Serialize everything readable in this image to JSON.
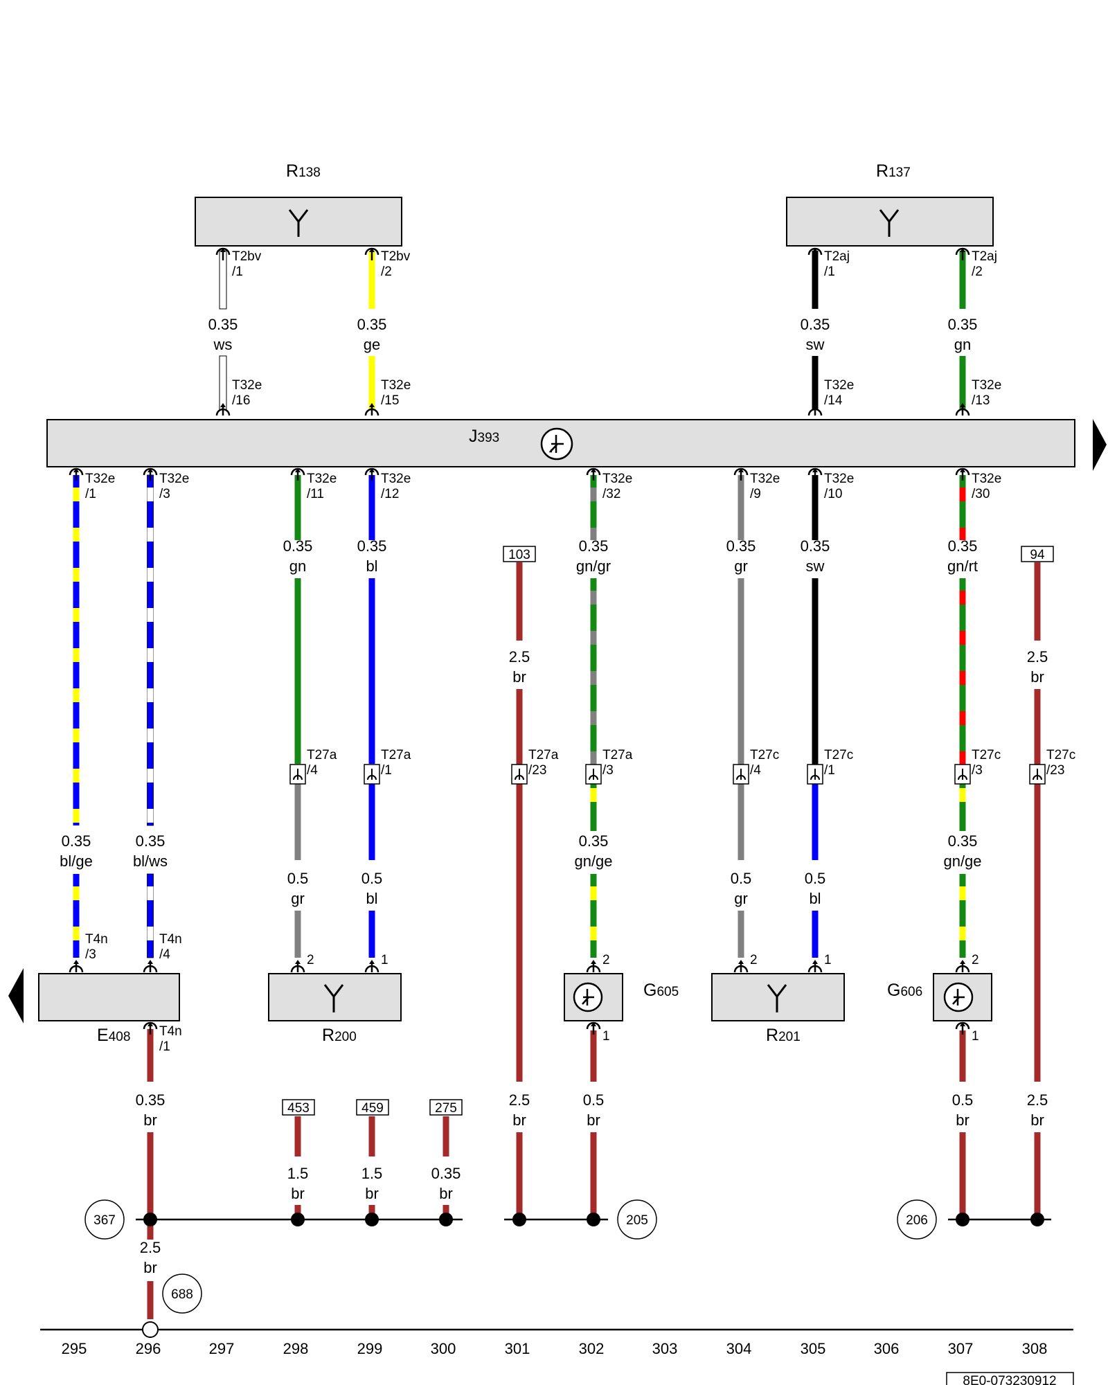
{
  "components": {
    "R138": {
      "letter": "R",
      "num": "138"
    },
    "R137": {
      "letter": "R",
      "num": "137"
    },
    "J393": {
      "letter": "J",
      "num": "393"
    },
    "E408": {
      "letter": "E",
      "num": "408"
    },
    "R200": {
      "letter": "R",
      "num": "200"
    },
    "R201": {
      "letter": "R",
      "num": "201"
    },
    "G605": {
      "letter": "G",
      "num": "605"
    },
    "G606": {
      "letter": "G",
      "num": "606"
    }
  },
  "wires": [
    {
      "id": "w1",
      "pins": [
        "T2bv",
        "/1",
        "T32e",
        "/16"
      ],
      "size": "0.35",
      "color": "ws",
      "colors": [
        "#ffffff"
      ]
    },
    {
      "id": "w2",
      "pins": [
        "T2bv",
        "/2",
        "T32e",
        "/15"
      ],
      "size": "0.35",
      "color": "ge",
      "colors": [
        "#ffff00"
      ]
    },
    {
      "id": "w3",
      "pins": [
        "T2aj",
        "/1",
        "T32e",
        "/14"
      ],
      "size": "0.35",
      "color": "sw",
      "colors": [
        "#000000"
      ]
    },
    {
      "id": "w4",
      "pins": [
        "T2aj",
        "/2",
        "T32e",
        "/13"
      ],
      "size": "0.35",
      "color": "gn",
      "colors": [
        "#148a14"
      ]
    },
    {
      "id": "w5",
      "pins": [
        "T32e",
        "/1",
        "T4n",
        "/3"
      ],
      "size": "0.35",
      "color": "bl/ge",
      "colors": [
        "#0000ff",
        "#ffff00"
      ]
    },
    {
      "id": "w6",
      "pins": [
        "T32e",
        "/3",
        "T4n",
        "/4"
      ],
      "size": "0.35",
      "color": "bl/ws",
      "colors": [
        "#0000ff",
        "#ffffff"
      ]
    },
    {
      "id": "w7",
      "pins": [
        "T32e",
        "/11",
        "T27a",
        "/4"
      ],
      "size": "0.35",
      "color": "gn",
      "colors": [
        "#148a14"
      ]
    },
    {
      "id": "w8",
      "pins": [
        "T32e",
        "/12",
        "T27a",
        "/1"
      ],
      "size": "0.35",
      "color": "bl",
      "colors": [
        "#0000ff"
      ]
    },
    {
      "id": "w9",
      "pins": [
        "T27a",
        "/23"
      ],
      "size": "2.5",
      "color": "br",
      "colors": [
        "#a52a2a"
      ]
    },
    {
      "id": "w10",
      "pins": [
        "T32e",
        "/32",
        "T27a",
        "/3"
      ],
      "size": "0.35",
      "color": "gn/gr",
      "colors": [
        "#148a14",
        "#808080"
      ]
    },
    {
      "id": "w11",
      "pins": [
        "T32e",
        "/9",
        "T27c",
        "/4"
      ],
      "size": "0.35",
      "color": "gr",
      "colors": [
        "#808080"
      ]
    },
    {
      "id": "w12",
      "pins": [
        "T32e",
        "/10",
        "T27c",
        "/1"
      ],
      "size": "0.35",
      "color": "sw",
      "colors": [
        "#000000"
      ]
    },
    {
      "id": "w13",
      "pins": [
        "T32e",
        "/30",
        "T27c",
        "/3"
      ],
      "size": "0.35",
      "color": "gn/rt",
      "colors": [
        "#148a14",
        "#ff0000"
      ]
    },
    {
      "id": "w14",
      "pins": [
        "T27c",
        "/23"
      ],
      "size": "2.5",
      "color": "br",
      "colors": [
        "#a52a2a"
      ]
    },
    {
      "id": "w15",
      "pins": [
        "2"
      ],
      "size": "0.5",
      "color": "gr",
      "colors": [
        "#808080"
      ]
    },
    {
      "id": "w16",
      "pins": [
        "1"
      ],
      "size": "0.5",
      "color": "bl",
      "colors": [
        "#0000ff"
      ]
    },
    {
      "id": "w17",
      "pins": [
        "2"
      ],
      "size": "0.35",
      "color": "gn/ge",
      "colors": [
        "#148a14",
        "#ffff00"
      ]
    },
    {
      "id": "w18",
      "pins": [
        "2"
      ],
      "size": "0.5",
      "color": "gr",
      "colors": [
        "#808080"
      ]
    },
    {
      "id": "w19",
      "pins": [
        "1"
      ],
      "size": "0.5",
      "color": "bl",
      "colors": [
        "#0000ff"
      ]
    },
    {
      "id": "w20",
      "pins": [
        "2"
      ],
      "size": "0.35",
      "color": "gn/ge",
      "colors": [
        "#148a14",
        "#ffff00"
      ]
    },
    {
      "id": "w21",
      "pins": [
        "T4n",
        "/1"
      ],
      "size": "0.35",
      "color": "br",
      "colors": [
        "#a52a2a"
      ]
    },
    {
      "id": "w22",
      "pins": [],
      "size": "1.5",
      "color": "br",
      "colors": [
        "#a52a2a"
      ]
    },
    {
      "id": "w23",
      "pins": [],
      "size": "1.5",
      "color": "br",
      "colors": [
        "#a52a2a"
      ]
    },
    {
      "id": "w24",
      "pins": [],
      "size": "0.35",
      "color": "br",
      "colors": [
        "#a52a2a"
      ]
    },
    {
      "id": "w25",
      "pins": [
        "1"
      ],
      "size": "0.5",
      "color": "br",
      "colors": [
        "#a52a2a"
      ]
    },
    {
      "id": "w26",
      "pins": [
        "1"
      ],
      "size": "0.5",
      "color": "br",
      "colors": [
        "#a52a2a"
      ]
    },
    {
      "id": "w27",
      "pins": [],
      "size": "2.5",
      "color": "br",
      "colors": [
        "#a52a2a"
      ]
    },
    {
      "id": "w28",
      "pins": [],
      "size": "2.5",
      "color": "br",
      "colors": [
        "#a52a2a"
      ]
    },
    {
      "id": "w29",
      "pins": [],
      "size": "2.5",
      "color": "br",
      "colors": [
        "#a52a2a"
      ]
    },
    {
      "id": "w30",
      "pins": [],
      "size": "2.5",
      "color": "br",
      "colors": [
        "#a52a2a"
      ]
    }
  ],
  "refs_box": [
    "103",
    "94",
    "453",
    "459",
    "275"
  ],
  "refs_circle": [
    "367",
    "205",
    "206",
    "688"
  ],
  "tracks": [
    "295",
    "296",
    "297",
    "298",
    "299",
    "300",
    "301",
    "302",
    "303",
    "304",
    "305",
    "306",
    "307",
    "308"
  ],
  "doc_code": "8E0-073230912"
}
